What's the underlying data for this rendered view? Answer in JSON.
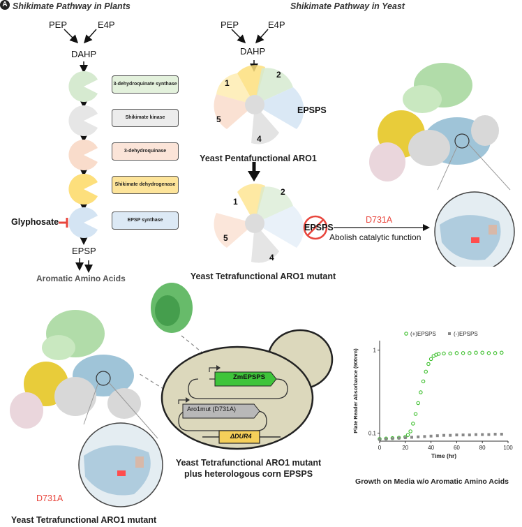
{
  "panel_marker": "A",
  "plants": {
    "title": "Shikimate Pathway in Plants",
    "pep": "PEP",
    "e4p": "E4P",
    "dahp": "DAHP",
    "enzymes": [
      {
        "label": "3-dehydroquinate synthase",
        "color": "#e3f1dc"
      },
      {
        "label": "Shikimate kinase",
        "color": "#ececec"
      },
      {
        "label": "3-dehydroquinase",
        "color": "#fbe4d8"
      },
      {
        "label": "Shikimate dehydrogenase",
        "color": "#fde49a"
      },
      {
        "label": "EPSP synthase",
        "color": "#dce9f5"
      }
    ],
    "glyphosate": "Glyphosate",
    "epsp": "EPSP",
    "aromatic": "Aromatic Amino Acids"
  },
  "yeast": {
    "title": "Shikimate Pathway in Yeast",
    "pep": "PEP",
    "e4p": "E4P",
    "dahp": "DAHP",
    "n1": "1",
    "n2": "2",
    "n4": "4",
    "n5": "5",
    "epsps": "EPSPS",
    "penta_label": "Yeast Pentafunctional ARO1",
    "epsps_crossed": "EPSPS",
    "mutation": "D731A",
    "abolish": "Abolish catalytic function",
    "tetra_label": "Yeast Tetrafunctional ARO1 mutant"
  },
  "bottom": {
    "mutation": "D731A",
    "tetra_label": "Yeast Tetrafunctional ARO1 mutant",
    "cell_genes": {
      "zm": "ZmEPSPS",
      "aro1": "Aro1mut (D731A)",
      "dur4": "ΔDUR4"
    },
    "cell_label_1": "Yeast Tetrafunctional ARO1 mutant",
    "cell_label_2": "plus heterologous corn EPSPS"
  },
  "colors": {
    "green": "#d6ead0",
    "grey": "#e6e6e6",
    "peach": "#f9dccb",
    "yellow": "#fddf7c",
    "blue": "#d4e4f3",
    "red": "#e8453c",
    "cell": "#dcd8bc"
  },
  "chart_data": {
    "type": "scatter",
    "title": "Growth on Media w/o Aromatic Amino Acids",
    "xlabel": "Time (hr)",
    "ylabel": "Plate Reader Absorbance (600nm)",
    "xlim": [
      0,
      100
    ],
    "ylim": [
      0.08,
      1.3
    ],
    "yscale": "log",
    "xticks": [
      "0",
      "20",
      "40",
      "60",
      "80",
      "100"
    ],
    "yticks": [
      "0.1",
      "1"
    ],
    "legend_position": "top",
    "series": [
      {
        "name": "(+)EPSPS",
        "color": "#3cbf2c",
        "marker": "open-circle",
        "x": [
          0,
          5,
          10,
          15,
          20,
          22,
          24,
          26,
          28,
          30,
          32,
          34,
          36,
          38,
          40,
          42,
          44,
          46,
          50,
          55,
          60,
          65,
          70,
          75,
          80,
          85,
          90,
          95
        ],
        "y": [
          0.085,
          0.086,
          0.087,
          0.088,
          0.09,
          0.095,
          0.105,
          0.13,
          0.17,
          0.23,
          0.31,
          0.42,
          0.55,
          0.68,
          0.78,
          0.85,
          0.88,
          0.9,
          0.91,
          0.91,
          0.92,
          0.92,
          0.92,
          0.93,
          0.93,
          0.92,
          0.92,
          0.93
        ]
      },
      {
        "name": "(-)EPSPS",
        "color": "#888888",
        "marker": "filled-square",
        "x": [
          0,
          5,
          10,
          15,
          20,
          25,
          30,
          35,
          40,
          45,
          50,
          55,
          60,
          65,
          70,
          75,
          80,
          85,
          90,
          95
        ],
        "y": [
          0.084,
          0.085,
          0.086,
          0.087,
          0.088,
          0.089,
          0.09,
          0.091,
          0.092,
          0.093,
          0.094,
          0.094,
          0.095,
          0.095,
          0.095,
          0.096,
          0.096,
          0.096,
          0.097,
          0.097
        ]
      }
    ]
  }
}
